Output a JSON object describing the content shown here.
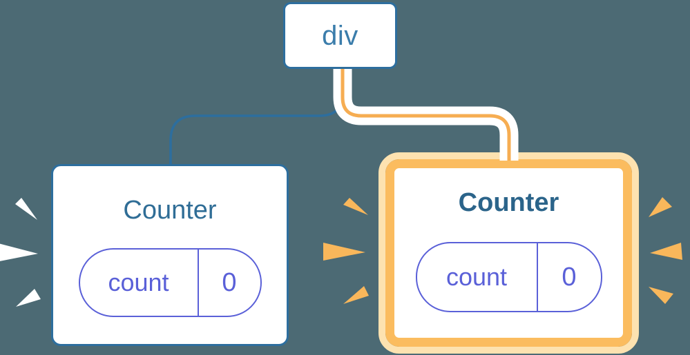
{
  "colors": {
    "background": "#4C6A74",
    "node_border_blue": "#2D6E9E",
    "root_label_blue": "#3B7DAB",
    "title_blue": "#2F6D96",
    "title_blue_highlighted": "#2B648A",
    "state_purple": "#5A60D8",
    "highlight_orange": "#FBBC5F",
    "highlight_peach": "#FDE2B0",
    "connector_stripe_orange": "#F6AD52",
    "burst_white": "#FFFFFF",
    "burst_orange": "#F9B75B",
    "card_white": "#FFFFFF"
  },
  "diagram": {
    "root": {
      "label": "div"
    },
    "children": [
      {
        "title": "Counter",
        "highlighted": false,
        "state": {
          "label": "count",
          "value": "0"
        }
      },
      {
        "title": "Counter",
        "highlighted": true,
        "state": {
          "label": "count",
          "value": "0"
        }
      }
    ]
  }
}
